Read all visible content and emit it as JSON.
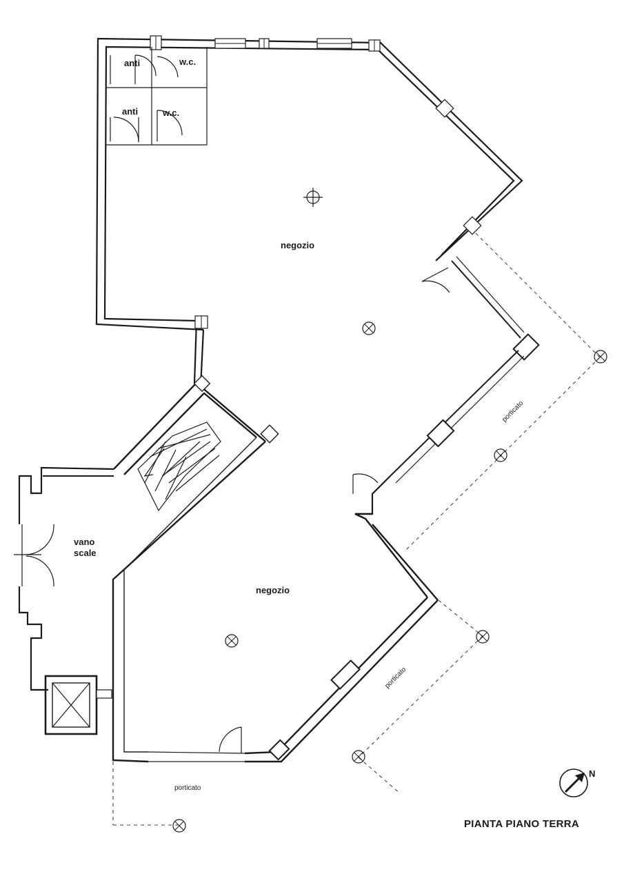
{
  "drawing": {
    "title": "PIANTA PIANO TERRA",
    "north_label": "N"
  },
  "rooms": {
    "anti_top": "anti",
    "wc_top": "w.c.",
    "anti_bottom": "anti",
    "wc_bottom": "w.c.",
    "shop_upper": "negozio",
    "shop_lower": "negozio",
    "stair_line1": "vano",
    "stair_line2": "scale"
  },
  "porticoes": {
    "east_upper": "porticato",
    "east_lower": "porticato",
    "south": "porticato"
  },
  "colors": {
    "ink": "#1a1a1a",
    "paper": "#ffffff"
  }
}
